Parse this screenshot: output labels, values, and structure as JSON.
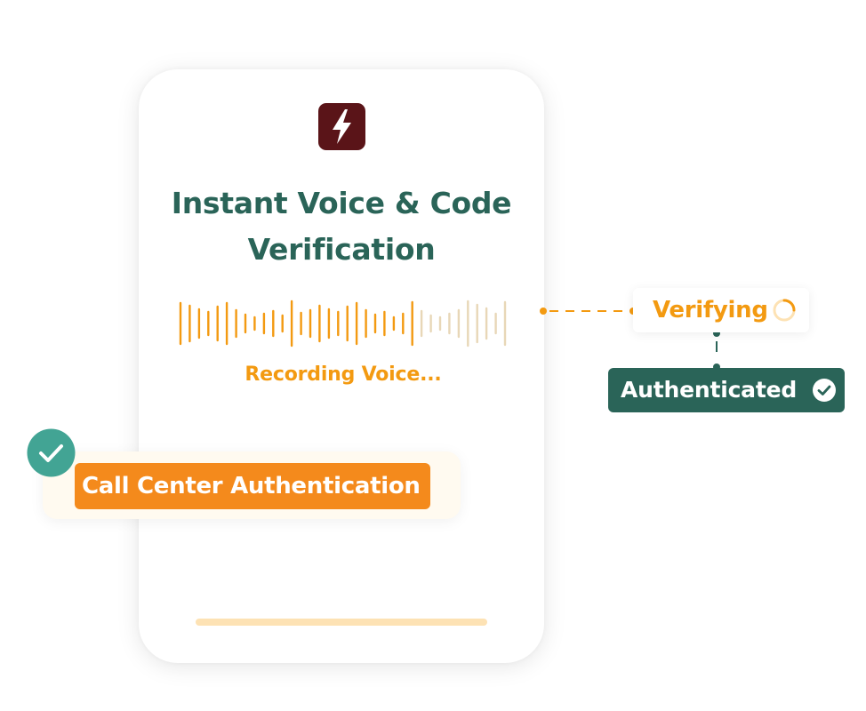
{
  "card": {
    "app_icon": "lightning-bolt-icon",
    "title": "Instant Voice & Code Verification",
    "status_text": "Recording Voice..."
  },
  "verifying": {
    "label": "Verifying",
    "icon": "spinner-icon"
  },
  "authenticated": {
    "label": "Authenticated",
    "icon": "check-circle-icon"
  },
  "call_center": {
    "label": "Call Center Authentication",
    "icon": "check-circle-icon"
  },
  "recording_progress": 0.72,
  "colors": {
    "brand_green": "#2a6458",
    "accent_orange": "#f39a11",
    "pill_orange": "#f48a1c",
    "icon_maroon": "#5a1418",
    "waveform_inactive": "#e8d7b7",
    "check_teal": "#42a494"
  }
}
